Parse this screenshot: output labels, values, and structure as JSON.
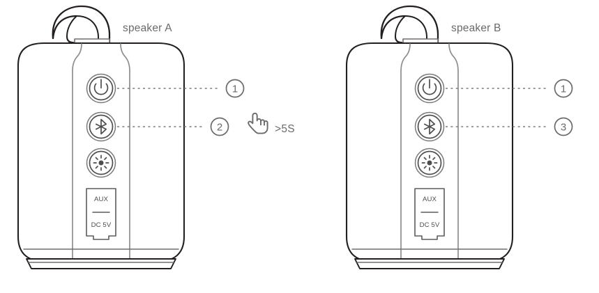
{
  "figure": {
    "kind": "bluetooth-speaker-pairing-diagram",
    "background_color": "#ffffff",
    "line_color": "#231f20",
    "label_color": "#6a6a6c"
  },
  "speakers": [
    {
      "id": "speaker-a",
      "label": "speaker A",
      "buttons": [
        {
          "name": "power-button",
          "icon": "power-icon"
        },
        {
          "name": "bluetooth-button",
          "icon": "bluetooth-icon"
        },
        {
          "name": "light-button",
          "icon": "sun-icon"
        }
      ],
      "port": {
        "aux_label": "AUX",
        "power_label": "DC 5V"
      },
      "callouts": [
        {
          "number": "1",
          "target": "power-button",
          "note": ""
        },
        {
          "number": "2",
          "target": "bluetooth-button",
          "note": ">5S",
          "icon": "pointing-hand-icon"
        }
      ]
    },
    {
      "id": "speaker-b",
      "label": "speaker B",
      "buttons": [
        {
          "name": "power-button",
          "icon": "power-icon"
        },
        {
          "name": "bluetooth-button",
          "icon": "bluetooth-icon"
        },
        {
          "name": "light-button",
          "icon": "sun-icon"
        }
      ],
      "port": {
        "aux_label": "AUX",
        "power_label": "DC 5V"
      },
      "callouts": [
        {
          "number": "1",
          "target": "power-button",
          "note": ""
        },
        {
          "number": "3",
          "target": "bluetooth-button",
          "note": ""
        }
      ]
    }
  ]
}
